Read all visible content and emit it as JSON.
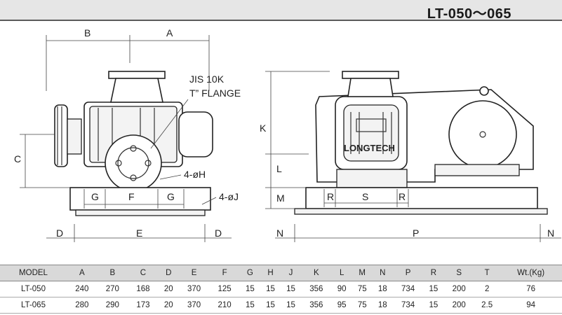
{
  "title": "LT-050～065",
  "callout": {
    "flange_line1": "JIS 10K",
    "flange_line2": "T” FLANGE",
    "holes_h": "4-øH",
    "holes_j": "4-øJ"
  },
  "brand": "LONGTECH",
  "dims": {
    "A": "A",
    "B": "B",
    "C": "C",
    "D": "D",
    "E": "E",
    "F": "F",
    "G": "G",
    "K": "K",
    "L": "L",
    "M": "M",
    "N": "N",
    "P": "P",
    "R": "R",
    "S": "S"
  },
  "table": {
    "headers": [
      "MODEL",
      "A",
      "B",
      "C",
      "D",
      "E",
      "F",
      "G",
      "H",
      "J",
      "K",
      "L",
      "M",
      "N",
      "P",
      "R",
      "S",
      "T",
      "Wt.(Kg)"
    ],
    "rows": [
      [
        "LT-050",
        "240",
        "270",
        "168",
        "20",
        "370",
        "125",
        "15",
        "15",
        "15",
        "356",
        "90",
        "75",
        "18",
        "734",
        "15",
        "200",
        "2",
        "76"
      ],
      [
        "LT-065",
        "280",
        "290",
        "173",
        "20",
        "370",
        "210",
        "15",
        "15",
        "15",
        "356",
        "95",
        "75",
        "18",
        "734",
        "15",
        "200",
        "2.5",
        "94"
      ]
    ]
  }
}
